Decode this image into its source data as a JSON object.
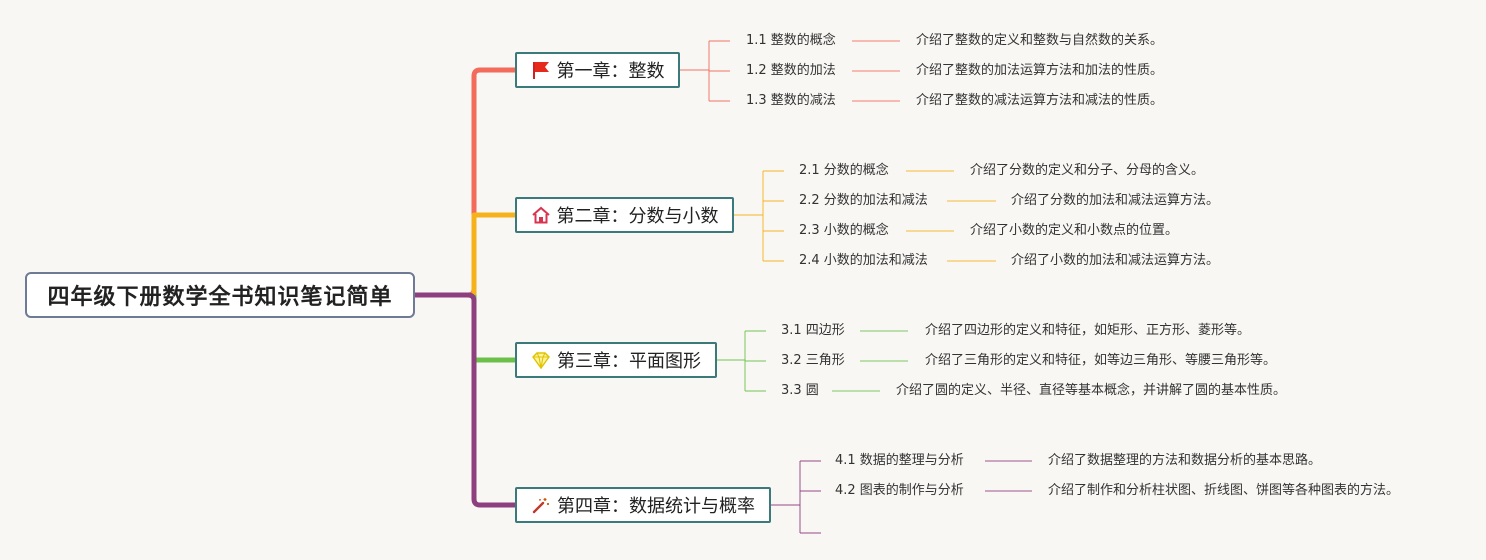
{
  "root": {
    "title": "四年级下册数学全书知识笔记简单"
  },
  "chapters": [
    {
      "title": "第一章：整数",
      "icon": "red-flag-icon",
      "color": "#f26b5b",
      "topics": [
        {
          "label": "1.1 整数的概念",
          "desc": "介绍了整数的定义和整数与自然数的关系。"
        },
        {
          "label": "1.2 整数的加法",
          "desc": "介绍了整数的加法运算方法和加法的性质。"
        },
        {
          "label": "1.3 整数的减法",
          "desc": "介绍了整数的减法运算方法和减法的性质。"
        }
      ]
    },
    {
      "title": "第二章：分数与小数",
      "icon": "house-icon",
      "color": "#f6b21a",
      "topics": [
        {
          "label": "2.1 分数的概念",
          "desc": "介绍了分数的定义和分子、分母的含义。"
        },
        {
          "label": "2.2 分数的加法和减法",
          "desc": "介绍了分数的加法和减法运算方法。"
        },
        {
          "label": "2.3 小数的概念",
          "desc": "介绍了小数的定义和小数点的位置。"
        },
        {
          "label": "2.4 小数的加法和减法",
          "desc": "介绍了小数的加法和减法运算方法。"
        }
      ]
    },
    {
      "title": "第三章：平面图形",
      "icon": "diamond-icon",
      "color": "#6cc04a",
      "topics": [
        {
          "label": "3.1 四边形",
          "desc": "介绍了四边形的定义和特征，如矩形、正方形、菱形等。"
        },
        {
          "label": "3.2 三角形",
          "desc": "介绍了三角形的定义和特征，如等边三角形、等腰三角形等。"
        },
        {
          "label": "3.3 圆",
          "desc": "介绍了圆的定义、半径、直径等基本概念，并讲解了圆的基本性质。"
        }
      ]
    },
    {
      "title": "第四章：数据统计与概率",
      "icon": "magic-wand-icon",
      "color": "#8e3f7e",
      "topics": [
        {
          "label": "4.1 数据的整理与分析",
          "desc": "介绍了数据整理的方法和数据分析的基本思路。"
        },
        {
          "label": "4.2 图表的制作与分析",
          "desc": "介绍了制作和分析柱状图、折线图、饼图等各种图表的方法。"
        },
        {
          "label": "",
          "desc": ""
        }
      ]
    }
  ]
}
